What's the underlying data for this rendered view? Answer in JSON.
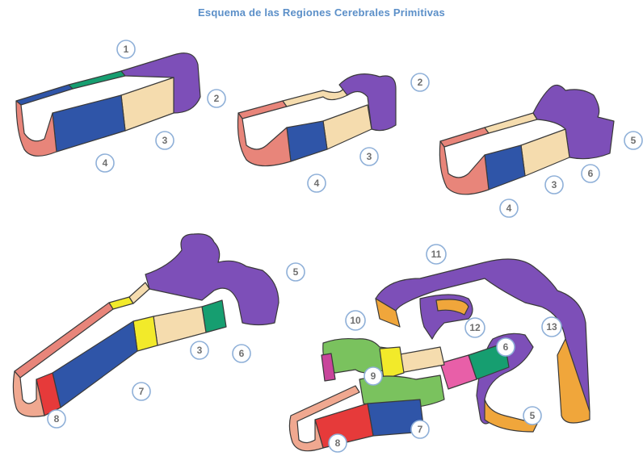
{
  "title": "Esquema de las Regiones Cerebrales Primitivas",
  "colors": {
    "salmon": "#e8857a",
    "blue": "#2f55a8",
    "beige": "#f5dcae",
    "purple": "#7d4fb8",
    "green": "#169e70",
    "yellow": "#f2ea2a",
    "red": "#e63a3a",
    "lime": "#7ac25e",
    "orange": "#f0a63b",
    "magenta": "#c8459b",
    "pink": "#e85fa8"
  },
  "labels": {
    "d1_1": "1",
    "d1_2": "2",
    "d1_3": "3",
    "d1_4": "4",
    "d2_2": "2",
    "d2_3": "3",
    "d2_4": "4",
    "d3_5": "5",
    "d3_3": "3",
    "d3_6": "6",
    "d3_4": "4",
    "d4_5": "5",
    "d4_3": "3",
    "d4_6": "6",
    "d4_7": "7",
    "d4_8": "8",
    "d5_11": "11",
    "d5_10": "10",
    "d5_12": "12",
    "d5_13": "13",
    "d5_6": "6",
    "d5_9": "9",
    "d5_7": "7",
    "d5_8": "8",
    "d5_5": "5"
  }
}
